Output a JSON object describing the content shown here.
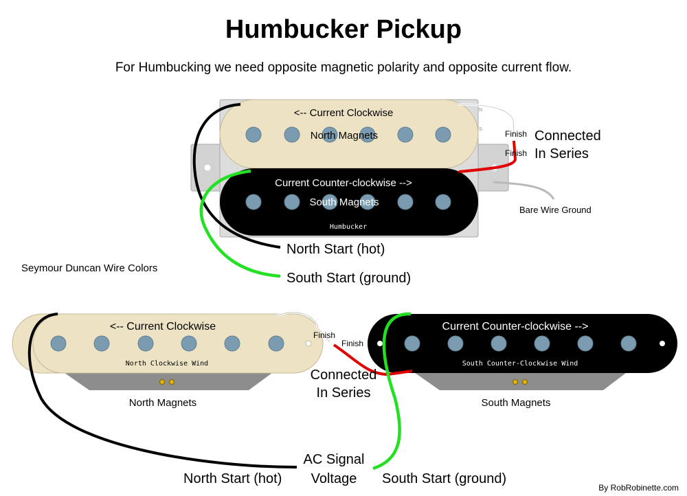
{
  "title": "Humbucker Pickup",
  "subtitle": "For Humbucking we need opposite magnetic polarity and opposite current flow.",
  "humbucker": {
    "top_coil_current": "<-- Current Clockwise",
    "top_coil_magnets": "North Magnets",
    "bottom_coil_current": "Current Counter-clockwise -->",
    "bottom_coil_magnets": "South Magnets",
    "badge": "Humbucker",
    "finish_top": "Finish",
    "finish_bottom": "Finish",
    "connected_line1": "Connected",
    "connected_line2": "In Series",
    "bare_wire": "Bare Wire Ground",
    "north_start": "North Start (hot)",
    "south_start": "South Start (ground)",
    "pole_n": "N",
    "pole_s": "S"
  },
  "wire_colors_note": "Seymour Duncan Wire Colors",
  "single_coils": {
    "north_current": "<-- Current Clockwise",
    "north_wind": "North Clockwise Wind",
    "north_magnets": "North Magnets",
    "south_current": "Current Counter-clockwise -->",
    "south_wind": "South Counter-Clockwise Wind",
    "south_magnets": "South Magnets",
    "finish_left": "Finish",
    "finish_right": "Finish",
    "connected_line1": "Connected",
    "connected_line2": "In Series",
    "signal_line1": "AC Signal",
    "signal_line2": "Voltage",
    "north_start": "North Start (hot)",
    "south_start": "South Start (ground)"
  },
  "credit": "By RobRobinette.com",
  "colors": {
    "cream": "#ede3c4",
    "black_coil": "#000000",
    "pole_piece": "#7a9bb0",
    "wire_red": "#e00000",
    "wire_green": "#22e022",
    "wire_black": "#000000",
    "baseplate": "#d6d6d6"
  }
}
